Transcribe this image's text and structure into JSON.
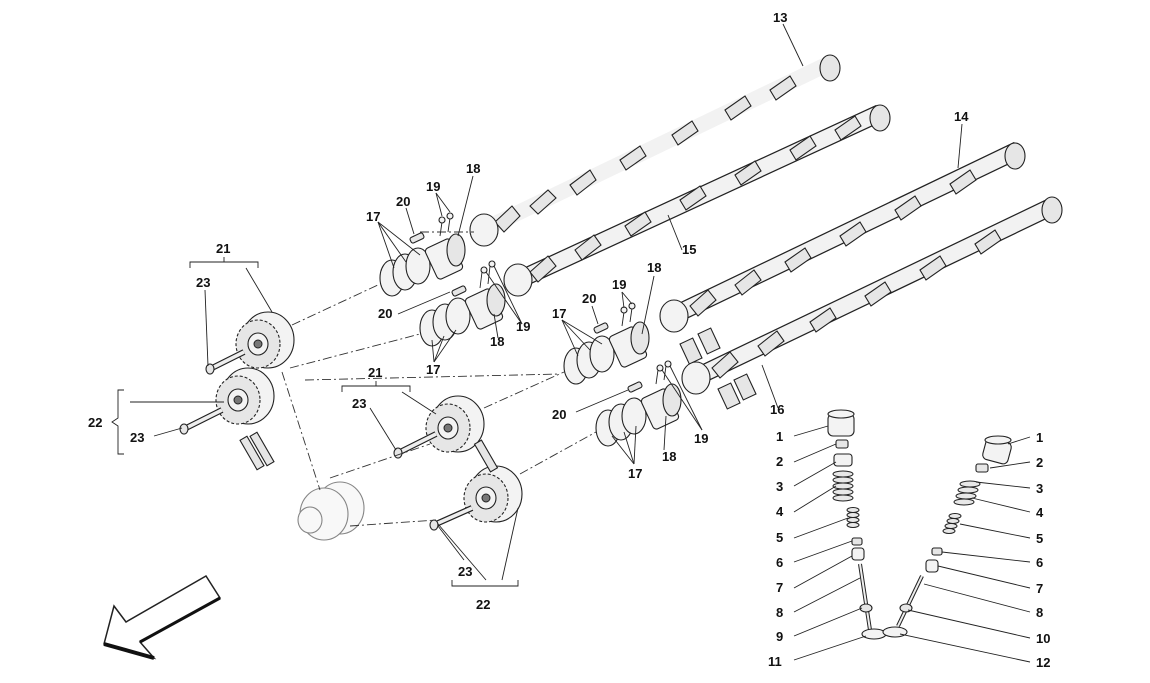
{
  "labels": {
    "l13": "13",
    "l14": "14",
    "l15": "15",
    "l16": "16",
    "l17a": "17",
    "l17b": "17",
    "l17c": "17",
    "l17d": "17",
    "l18a": "18",
    "l18b": "18",
    "l18c": "18",
    "l18d": "18",
    "l19a": "19",
    "l19b": "19",
    "l19c": "19",
    "l19d": "19",
    "l20a": "20",
    "l20b": "20",
    "l20c": "20",
    "l20d": "20",
    "l21a": "21",
    "l21b": "21",
    "l22a": "22",
    "l22b": "22",
    "l23a": "23",
    "l23b": "23",
    "l23c": "23",
    "l23d": "23",
    "v1L": "1",
    "v2L": "2",
    "v3L": "3",
    "v4L": "4",
    "v5L": "5",
    "v6L": "6",
    "v7L": "7",
    "v8L": "8",
    "v9L": "9",
    "v11L": "11",
    "v1R": "1",
    "v2R": "2",
    "v3R": "3",
    "v4R": "4",
    "v5R": "5",
    "v6R": "6",
    "v7R": "7",
    "v8R": "8",
    "v10R": "10",
    "v12R": "12"
  },
  "icons": {
    "direction_arrow": "front-direction-arrow-icon"
  }
}
